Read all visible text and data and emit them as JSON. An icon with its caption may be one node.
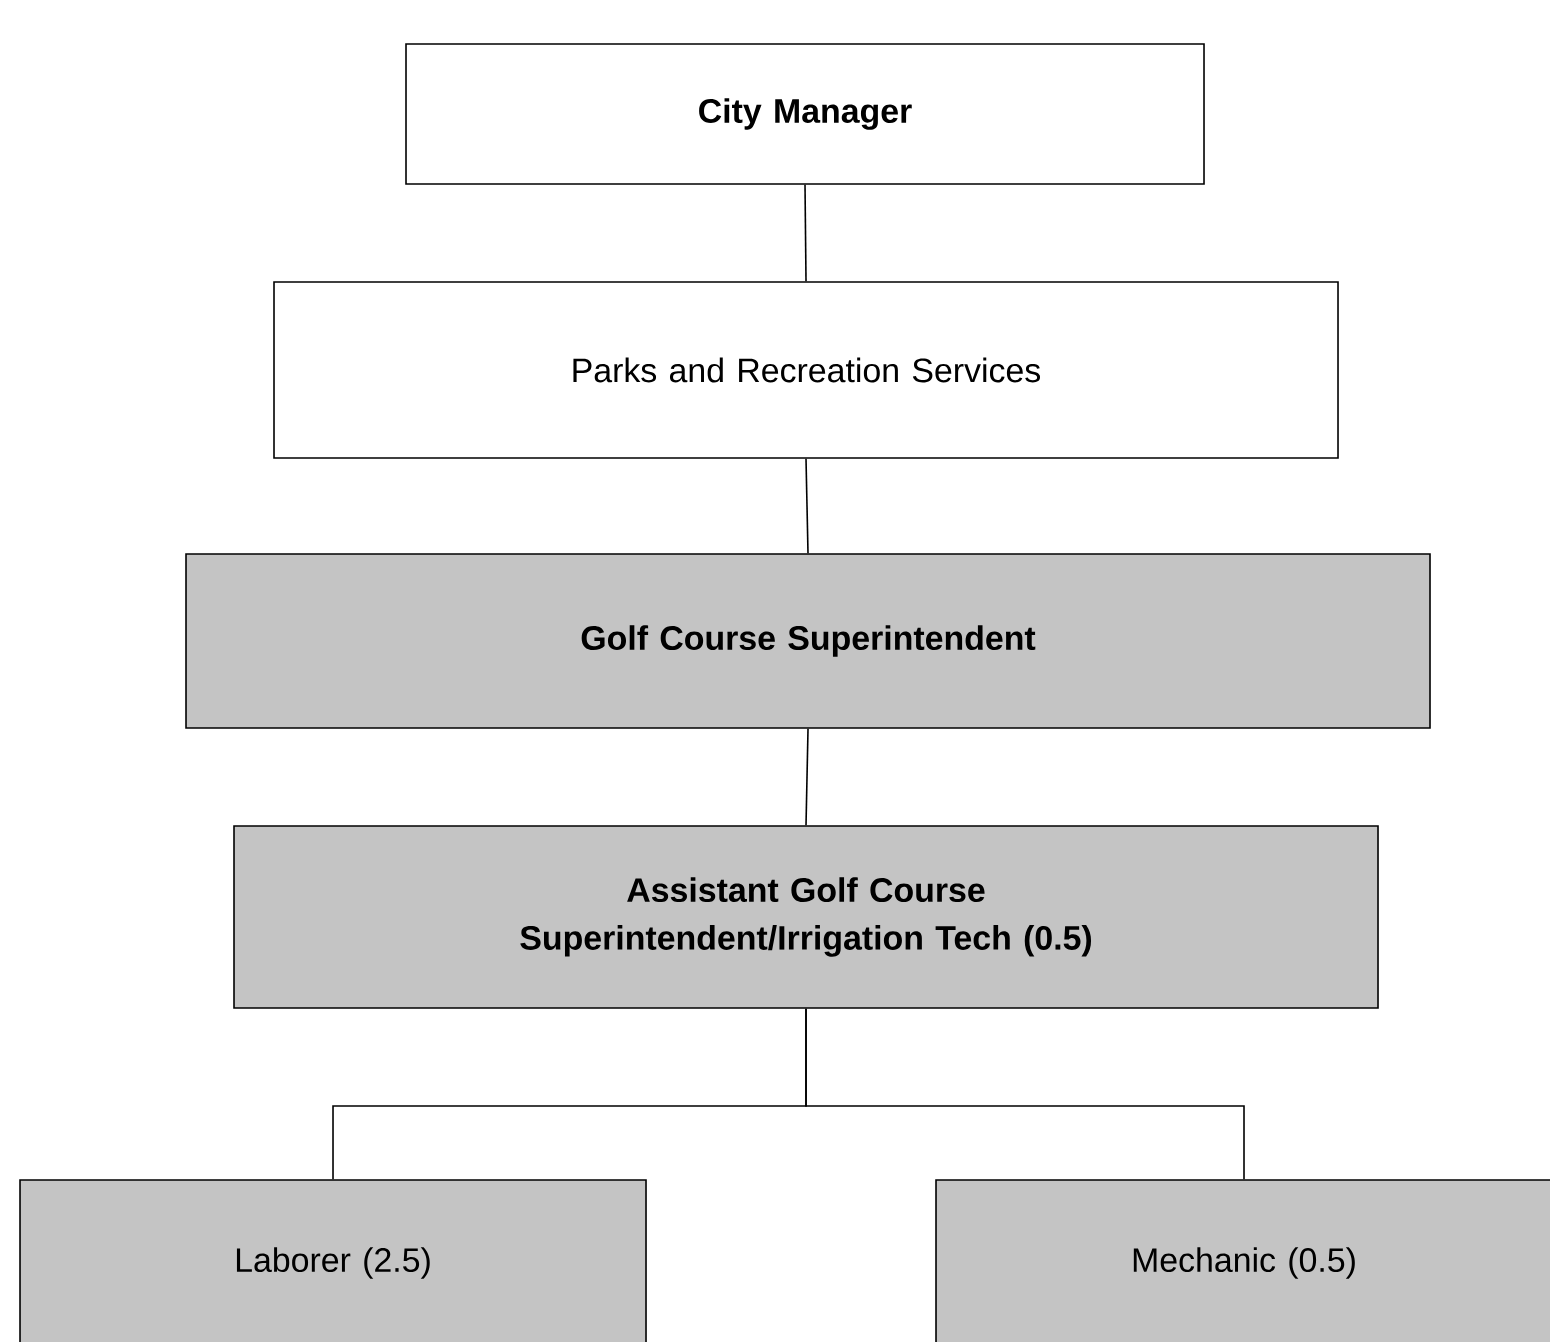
{
  "diagram": {
    "nodes": [
      {
        "text": [
          "City Manager"
        ]
      },
      {
        "text": [
          "Parks and Recreation Services"
        ]
      },
      {
        "text": [
          "Golf Course Superintendent"
        ]
      },
      {
        "text": [
          "Assistant Golf Course Superintendent/Irrigation Tech (0.5)"
        ]
      },
      {
        "text": [
          "Laborer (2.5)"
        ]
      },
      {
        "text": [
          "Mechanic (0.5)"
        ]
      }
    ],
    "edges": [
      {
        "from": 0,
        "to": 1,
        "arrow": "none"
      },
      {
        "from": 1,
        "to": 2,
        "arrow": "none"
      },
      {
        "from": 2,
        "to": 3,
        "arrow": "none"
      },
      {
        "from": 3,
        "to": 4,
        "arrow": "none"
      },
      {
        "from": 3,
        "to": 5,
        "arrow": "none"
      }
    ]
  }
}
